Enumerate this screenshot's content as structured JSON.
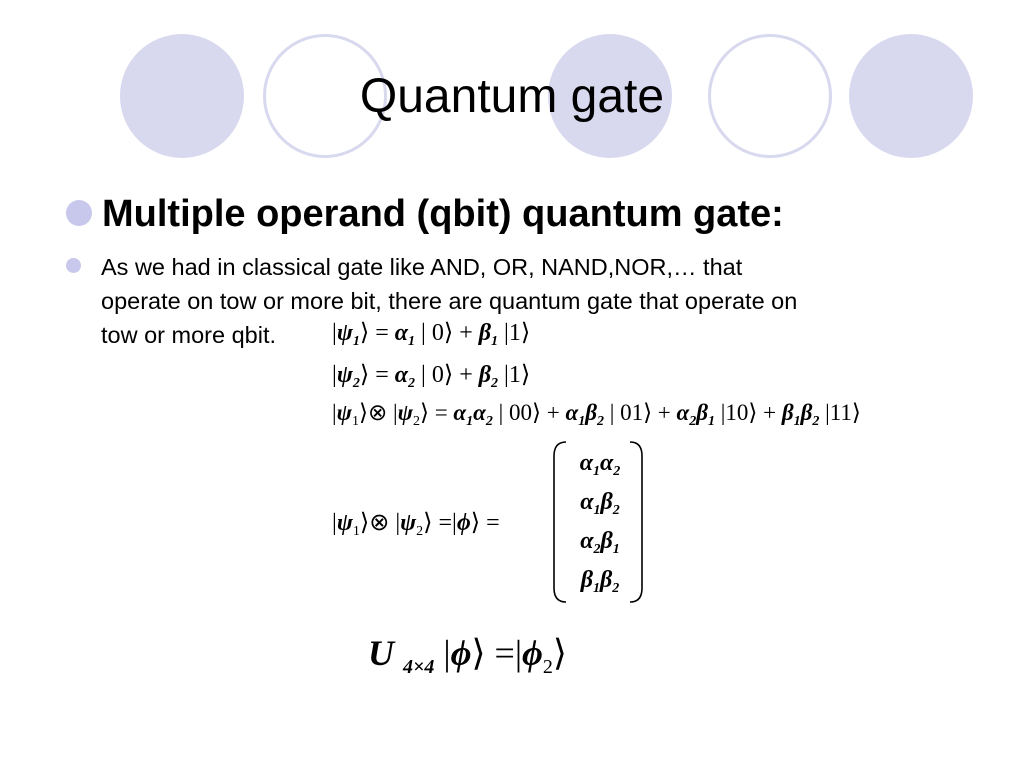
{
  "slide": {
    "title": "Quantum gate",
    "bullet_main": "Multiple operand (qbit) quantum gate:",
    "bullet_sub_lines": [
      "As we had in classical gate like AND, OR, NAND,NOR,… that",
      "operate on tow or more bit, there are quantum gate that operate on",
      "tow or more qbit."
    ],
    "colors": {
      "decoration": "#d8d8ef",
      "bullet": "#c8c8ec"
    }
  },
  "equations": {
    "psi1": {
      "lhs": "|ψ",
      "sub": "1",
      "rest": "⟩ = α₁ | 0⟩ + β₁ |1⟩"
    },
    "matrix_entries": [
      "α₁α₂",
      "α₁β₂",
      "α₂β₁",
      "β₁β₂"
    ]
  }
}
